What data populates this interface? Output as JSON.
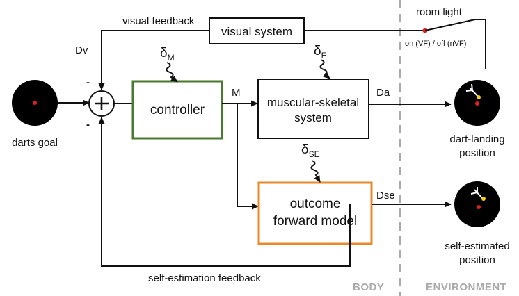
{
  "labels": {
    "visual_feedback": "visual feedback",
    "room_light": "room light",
    "light_switch": "on (VF) / off (nVF)",
    "dv": "Dv",
    "m": "M",
    "da": "Da",
    "dse": "Dse",
    "minus_top": "-",
    "minus_bottom": "-",
    "darts_goal": "darts goal",
    "dart_landing_line1": "dart-landing",
    "dart_landing_line2": "position",
    "self_estimated_line1": "self-estimated",
    "self_estimated_line2": "position",
    "self_estimation_feedback": "self-estimation feedback",
    "body": "BODY",
    "environment": "ENVIRONMENT"
  },
  "boxes": {
    "visual_system": "visual system",
    "controller": "controller",
    "musculo_line1": "muscular-skeletal",
    "musculo_line2": "system",
    "forward_line1": "outcome",
    "forward_line2": "forward model"
  },
  "noise": {
    "delta": "δ",
    "m": "M",
    "e": "E",
    "se": "SE"
  },
  "colors": {
    "controller_border": "#4a7a2e",
    "forward_model_border": "#e8892a",
    "target_disc": "#000000",
    "target_center": "#e0201e",
    "dart_tip": "#f2d21b",
    "zone_divider": "#aaaaaa"
  }
}
